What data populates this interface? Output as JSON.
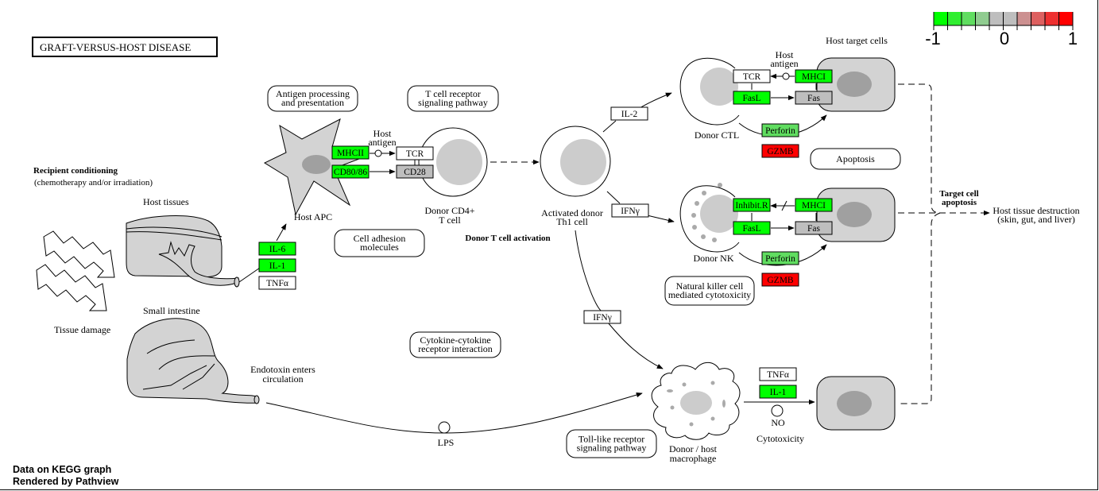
{
  "title": "GRAFT-VERSUS-HOST DISEASE",
  "footer": {
    "line1": "Data on KEGG graph",
    "line2": "Rendered by Pathview"
  },
  "legend": {
    "min_label": "-1",
    "mid_label": "0",
    "max_label": "1",
    "colors": [
      "#00ff00",
      "#30ee30",
      "#60dd60",
      "#90cc90",
      "#bebebe",
      "#bebebe",
      "#cc9090",
      "#dd6060",
      "#ee3030",
      "#ff0000"
    ]
  },
  "colors": {
    "up": "#ff0000",
    "down": "#00ff00",
    "mid_down": "#5fdd5f",
    "neutral": "#bebebe",
    "no_data": "#ffffff",
    "cell_fill": "#d3d3d3",
    "nucleus": "#a0a0a0",
    "light_nucleus": "#cccccc"
  },
  "labels": {
    "recipient_conditioning": "Recipient conditioning",
    "chemo": "(chemotherapy and/or irradiation)",
    "host_tissues": "Host tissues",
    "tissue_damage": "Tissue damage",
    "small_intestine": "Small intestine",
    "endotoxin1": "Endotoxin enters",
    "endotoxin2": "circulation",
    "host_apc": "Host APC",
    "host_antigen1": "Host",
    "host_antigen2": "antigen",
    "donor_cd4_1": "Donor CD4+",
    "donor_cd4_2": "T cell",
    "donor_t_activation": "Donor T cell activation",
    "activated_th1_1": "Activated donor",
    "activated_th1_2": "Th1 cell",
    "donor_ctl": "Donor CTL",
    "donor_nk": "Donor NK",
    "host_target_cells": "Host target cells",
    "ctl_host1": "Host",
    "ctl_host2": "antigen",
    "target_apoptosis1": "Target cell",
    "target_apoptosis2": "apoptosis",
    "host_destruction1": "Host tissue destruction",
    "host_destruction2": "(skin, gut, and liver)",
    "lps": "LPS",
    "no": "NO",
    "cytotoxicity": "Cytotoxicity",
    "macrophage1": "Donor / host",
    "macrophage2": "macrophage"
  },
  "pathways": [
    {
      "id": "antigen",
      "line1": "Antigen processing",
      "line2": "and presentation"
    },
    {
      "id": "tcr",
      "line1": "T cell receptor",
      "line2": "signaling pathway"
    },
    {
      "id": "adhesion",
      "line1": "Cell adhesion",
      "line2": "molecules"
    },
    {
      "id": "cytokine",
      "line1": "Cytokine-cytokine",
      "line2": "receptor interaction"
    },
    {
      "id": "apoptosis",
      "line1": "Apoptosis",
      "line2": ""
    },
    {
      "id": "nk",
      "line1": "Natural killer cell",
      "line2": "mediated cytotoxicity"
    },
    {
      "id": "tlr",
      "line1": "Toll-like receptor",
      "line2": "signaling pathway"
    }
  ],
  "genes": {
    "mhcii": {
      "label": "MHCII",
      "value": -1
    },
    "cd8086": {
      "label": "CD80/86",
      "value": -1
    },
    "tcr_cd4": {
      "label": "TCR",
      "value": null
    },
    "cd28": {
      "label": "CD28",
      "value": 0
    },
    "il6": {
      "label": "IL-6",
      "value": -0.9
    },
    "il1_tissue": {
      "label": "IL-1",
      "value": -1
    },
    "tnfa_tissue": {
      "label": "TNFα",
      "value": null
    },
    "il2": {
      "label": "IL-2",
      "value": null
    },
    "ifng_nk": {
      "label": "IFNγ",
      "value": null
    },
    "ifng_mac": {
      "label": "IFNγ",
      "value": null
    },
    "tcr_ctl": {
      "label": "TCR",
      "value": null
    },
    "mhci_ctl": {
      "label": "MHCI",
      "value": -1
    },
    "fasl_ctl": {
      "label": "FasL",
      "value": -1
    },
    "fas_ctl": {
      "label": "Fas",
      "value": 0
    },
    "perforin_ctl": {
      "label": "Perforin",
      "value": -0.6
    },
    "gzmb_ctl": {
      "label": "GZMB",
      "value": 1
    },
    "inhibitr": {
      "label": "Inhibit.R",
      "value": -1
    },
    "mhci_nk": {
      "label": "MHCI",
      "value": -1
    },
    "fasl_nk": {
      "label": "FasL",
      "value": -1
    },
    "fas_nk": {
      "label": "Fas",
      "value": 0
    },
    "perforin_nk": {
      "label": "Perforin",
      "value": -0.6
    },
    "gzmb_nk": {
      "label": "GZMB",
      "value": 1
    },
    "tnfa_mac": {
      "label": "TNFα",
      "value": null
    },
    "il1_mac": {
      "label": "IL-1",
      "value": -1
    }
  }
}
